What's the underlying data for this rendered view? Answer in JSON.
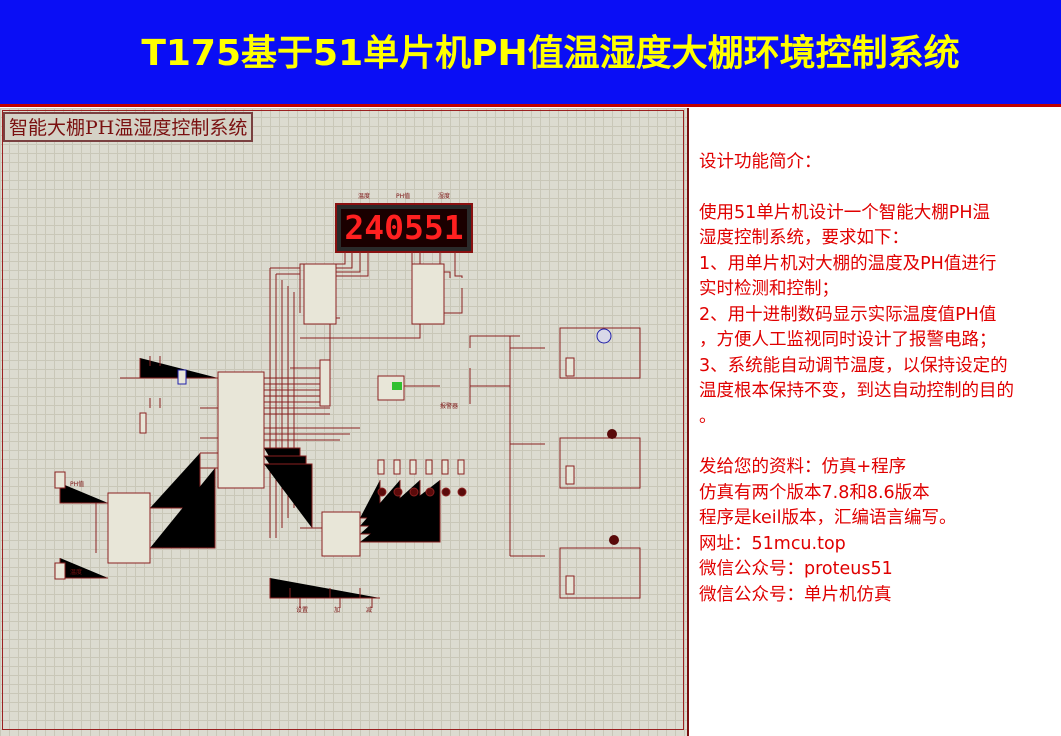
{
  "banner": {
    "title": "T175基于51单片机PH值温湿度大棚环境控制系统"
  },
  "schematic": {
    "title": "智能大棚PH温湿度控制系统",
    "display_value": "240551",
    "display_labels": [
      "温度",
      "PH值",
      "湿度"
    ]
  },
  "description": {
    "heading": "设计功能简介：",
    "lines": [
      "使用51单片机设计一个智能大棚PH温",
      "湿度控制系统，要求如下：",
      "1、用单片机对大棚的温度及PH值进行",
      "实时检测和控制；",
      "2、用十进制数码显示实际温度值PH值",
      "，方便人工监视同时设计了报警电路；",
      "3、系统能自动调节温度，以保持设定的",
      "温度根本保持不变，到达自动控制的目的",
      "。"
    ],
    "info": [
      "发给您的资料：仿真+程序",
      "仿真有两个版本7.8和8.6版本",
      "程序是keil版本，汇编语言编写。",
      "网址：51mcu.top",
      "微信公众号：proteus51",
      "微信公众号：单片机仿真"
    ]
  },
  "colors": {
    "banner": "#0a0ef5",
    "title": "#ffff00",
    "text": "#e00000",
    "display": "#ff2020"
  }
}
